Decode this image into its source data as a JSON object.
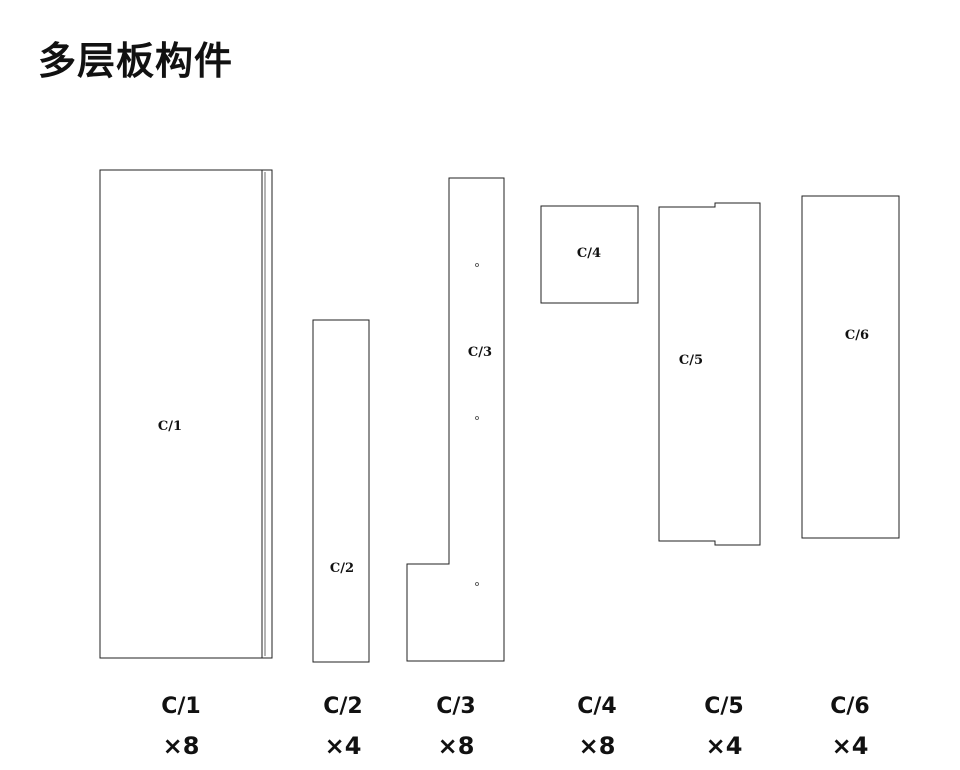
{
  "title": "多层板构件",
  "parts": [
    {
      "label": "C/1",
      "quantity": "×8"
    },
    {
      "label": "C/2",
      "quantity": "×4"
    },
    {
      "label": "C/3",
      "quantity": "×8"
    },
    {
      "label": "C/4",
      "quantity": "×8"
    },
    {
      "label": "C/5",
      "quantity": "×4"
    },
    {
      "label": "C/6",
      "quantity": "×4"
    }
  ]
}
